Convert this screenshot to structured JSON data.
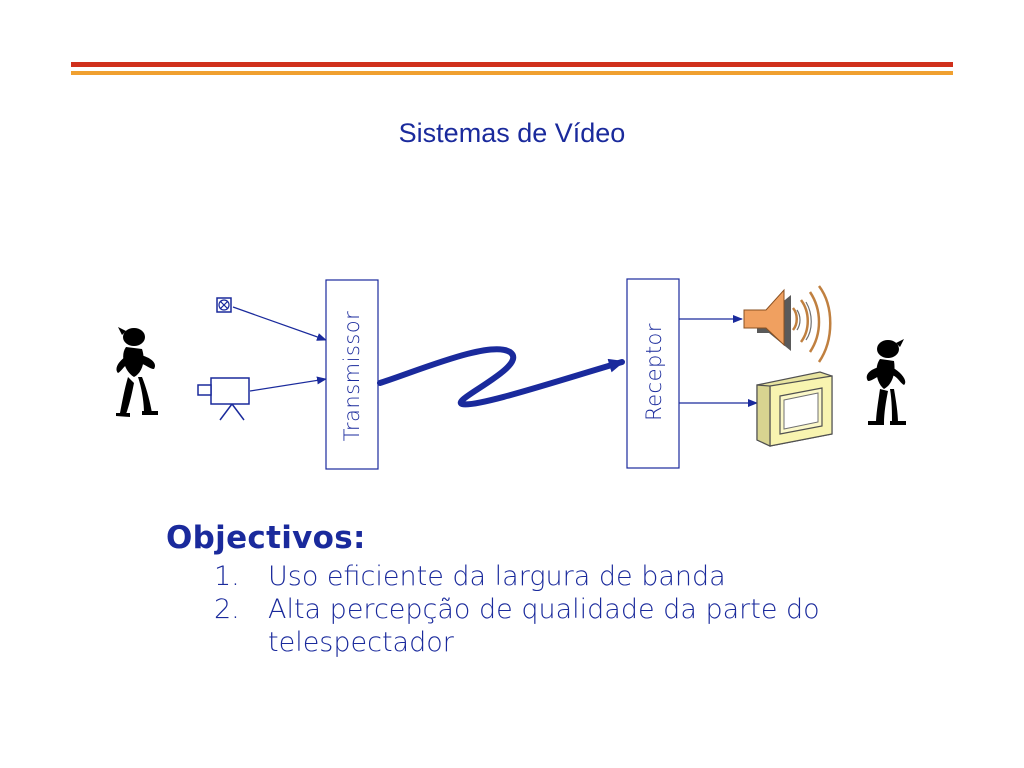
{
  "slide": {
    "title": "Sistemas de Vídeo"
  },
  "diagram": {
    "transmitter_label": "Transmissor",
    "receiver_label": "Receptor",
    "icons": {
      "left_person": "stick-person-icon",
      "microphone": "microphone-icon",
      "video_camera": "video-camera-icon",
      "speaker": "speaker-icon",
      "monitor": "monitor-icon",
      "right_person": "stick-person-icon"
    },
    "colors": {
      "line": "#1a2a9c",
      "speaker_cone": "#f0a060",
      "monitor_body": "#f8f4b0",
      "sound_wave": "#c08040"
    }
  },
  "objectives": {
    "heading": "Objectivos:",
    "items": [
      {
        "number": "1.",
        "text": "Uso eficiente da largura de banda"
      },
      {
        "number": "2.",
        "text": "Alta percepção de qualidade da parte do telespectador"
      }
    ]
  },
  "theme": {
    "rule_red": "#d0301c",
    "rule_orange": "#f0a030",
    "text_blue": "#1a2a9c"
  }
}
